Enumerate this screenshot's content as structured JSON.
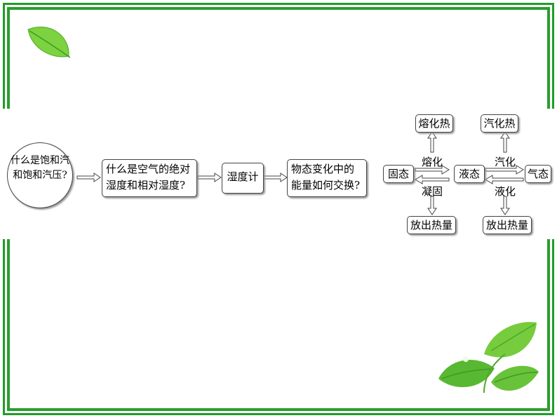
{
  "flow": {
    "q1": "什么是饱和汽和饱和汽压?",
    "q2": "什么是空气的绝对湿度和相对湿度?",
    "q3": "湿度计",
    "q4": "物态变化中的能量如何交换?"
  },
  "phase": {
    "solid": "固态",
    "liquid": "液态",
    "gas": "气态",
    "melting": "熔化",
    "solidifying": "凝固",
    "vaporizing": "汽化",
    "liquefying": "液化",
    "heat_of_fusion": "熔化热",
    "heat_of_vaporization": "汽化热",
    "releases_heat_1": "放出热量",
    "releases_heat_2": "放出热量"
  },
  "colors": {
    "frame": "#2a9e2a",
    "leaf": "#6cc93a"
  },
  "icons": [
    "leaf-icon",
    "leaves-icon"
  ]
}
